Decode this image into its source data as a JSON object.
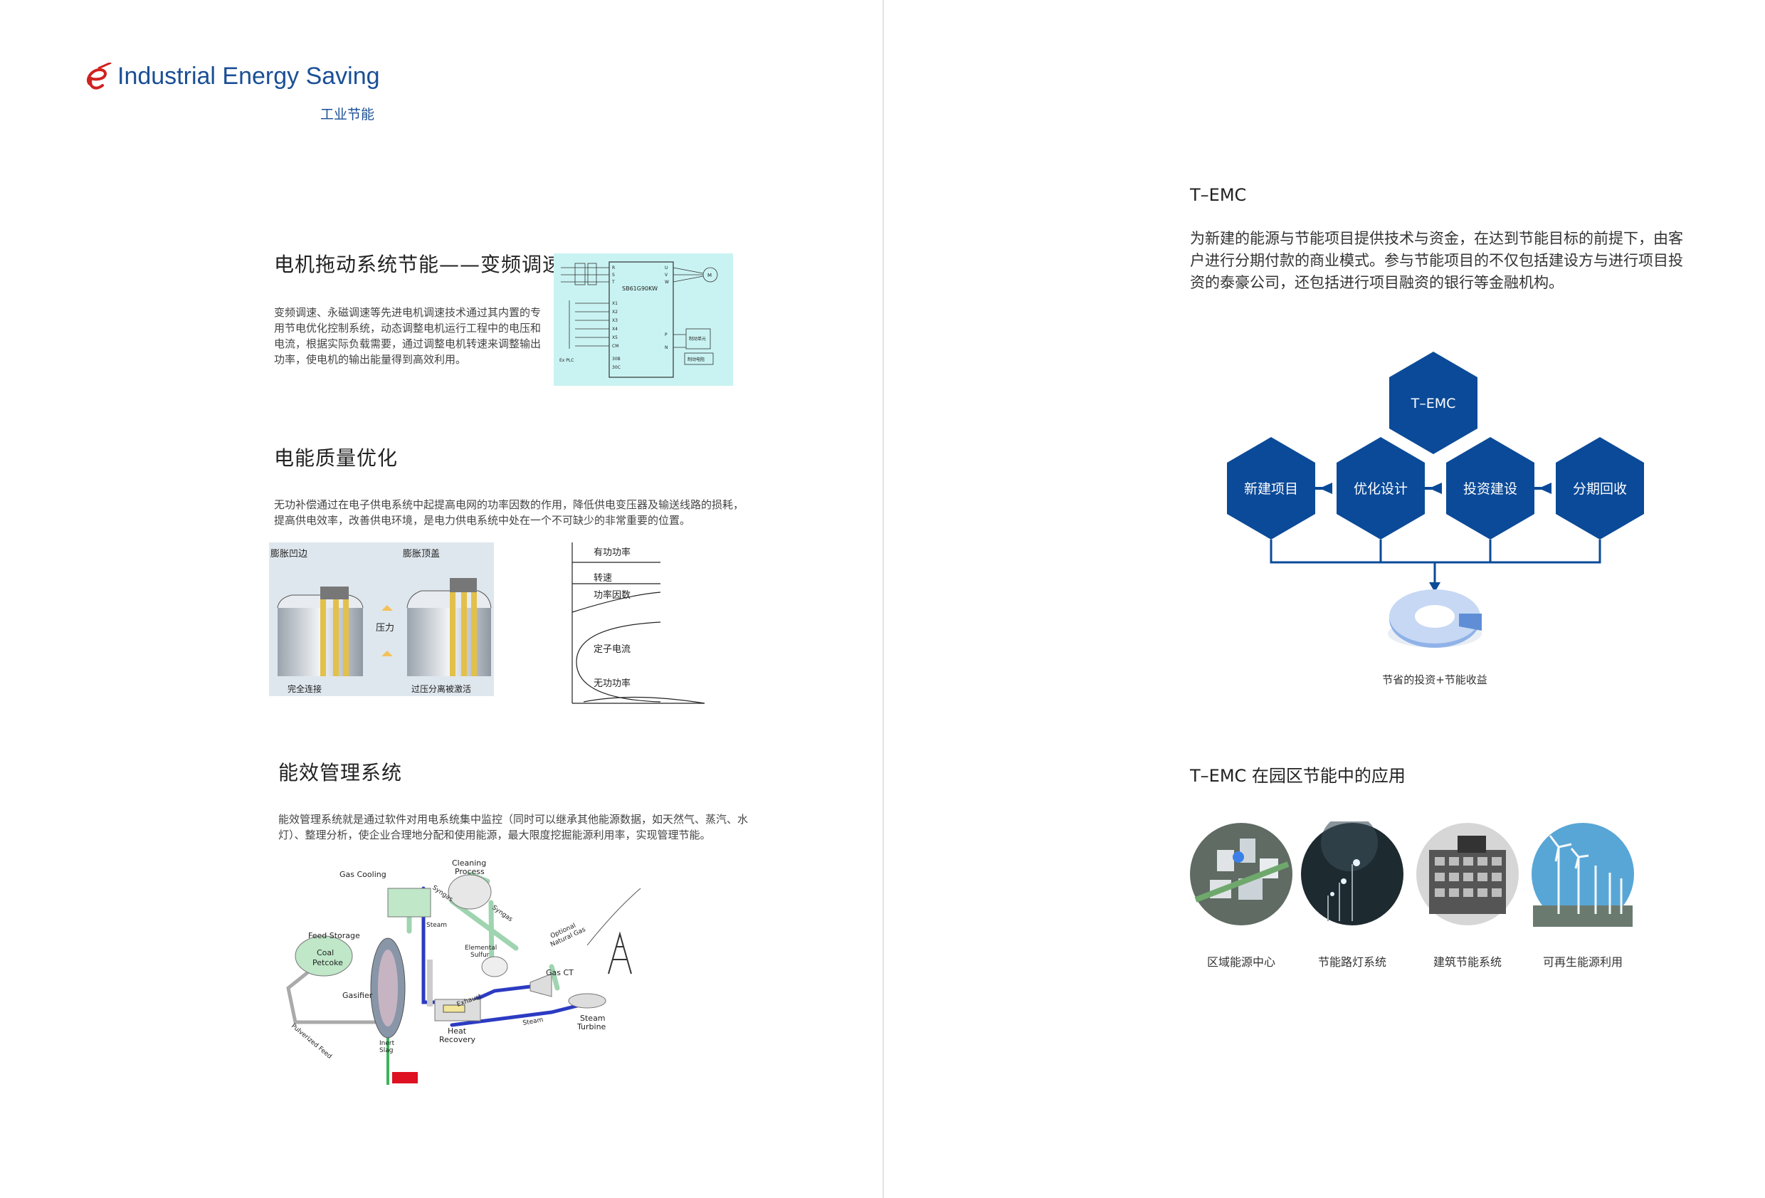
{
  "header": {
    "title": "Industrial Energy Saving",
    "subtitle": "工业节能"
  },
  "left": {
    "section1": {
      "heading": "电机拖动系统节能——变频调速",
      "body": "变频调速、永磁调速等先进电机调速技术通过其内置的专用节电优化控制系统，动态调整电机运行工程中的电压和电流，根据实际负载需要，通过调整电机转速来调整输出功率，使电机的输出能量得到高效利用。",
      "diagram": {
        "model": "SB61G90KW",
        "pins_left": [
          "R",
          "S",
          "T",
          "X1",
          "X2",
          "X3",
          "X4",
          "X5",
          "CM",
          "30B",
          "30C"
        ],
        "pins_right": [
          "U",
          "V",
          "W",
          "P",
          "N"
        ],
        "labels": [
          "制动单元",
          "制动电阻",
          "Ex PLC",
          "M"
        ]
      }
    },
    "section2": {
      "heading": "电能质量优化",
      "body": "无功补偿通过在电子供电系统中起提高电网的功率因数的作用，降低供电变压器及输送线路的损耗，提高供电效率，改善供电环境，是电力供电系统中处在一个不可缺少的非常重要的位置。",
      "cap_labels": [
        "膨胀凹边",
        "膨胀顶盖",
        "压力",
        "完全连接",
        "过压分离被激活"
      ],
      "curve_labels": [
        "有功功率",
        "转速",
        "功率因数",
        "定子电流",
        "无功功率"
      ]
    },
    "section3": {
      "heading": "能效管理系统",
      "body": "能效管理系统就是通过软件对用电系统集中监控（同时可以继承其他能源数据，如天然气、蒸汽、水灯）、整理分析，使企业合理地分配和使用能源，最大限度挖掘能源利用率，实现管理节能。",
      "plant_labels": {
        "gas_cooling": "Gas Cooling",
        "cleaning": "Cleaning",
        "process": "Process",
        "feed_storage": "Feed Storage",
        "coal": "Coal",
        "petcoke": "Petcoke",
        "gasifier": "Gasifier",
        "pulverized": "Pulverized Feed",
        "inert": "Inert",
        "slag": "Slag",
        "heat": "Heat",
        "recovery": "Recovery",
        "steam1": "Steam",
        "steam2": "Steam",
        "steam3": "Steam",
        "elemental": "Elemental",
        "sulfur": "Sulfur",
        "syngas1": "Syngas",
        "syngas2": "Syngas",
        "optional": "Optional",
        "natural_gas": "Natural Gas",
        "gas_ct": "Gas CT",
        "exhaust": "Exhaust",
        "steam_turbine1": "Steam",
        "steam_turbine2": "Turbine"
      }
    }
  },
  "right": {
    "temc": {
      "heading": "T–EMC",
      "body": "为新建的能源与节能项目提供技术与资金，在达到节能目标的前提下，由客户进行分期付款的商业模式。参与节能项目的不仅包括建设方与进行项目投资的泰豪公司，还包括进行项目融资的银行等金融机构。"
    },
    "flow": {
      "top": "T–EMC",
      "steps": [
        "新建项目",
        "优化设计",
        "投资建设",
        "分期回收"
      ],
      "result": "节省的投资+节能收益",
      "colors": {
        "hex": "#0b4a98",
        "line": "#0b4a98"
      }
    },
    "apps": {
      "heading": "T–EMC 在园区节能中的应用",
      "items": [
        {
          "label": "区域能源中心",
          "icon": "city-icon"
        },
        {
          "label": "节能路灯系统",
          "icon": "streetlight-icon"
        },
        {
          "label": "建筑节能系统",
          "icon": "building-icon"
        },
        {
          "label": "可再生能源利用",
          "icon": "wind-turbine-icon"
        }
      ]
    }
  }
}
